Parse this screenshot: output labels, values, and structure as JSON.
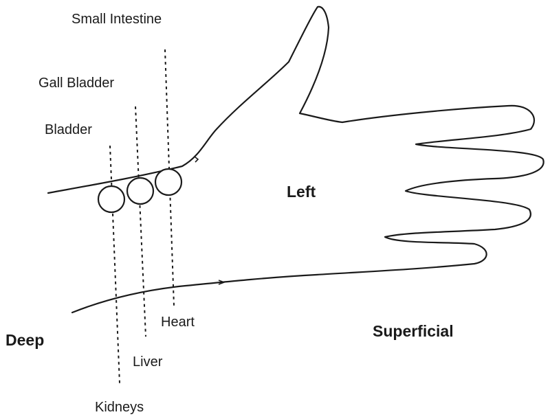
{
  "diagram": {
    "labels": {
      "small_intestine": "Small Intestine",
      "gall_bladder": "Gall Bladder",
      "bladder": "Bladder",
      "heart": "Heart",
      "liver": "Liver",
      "kidneys": "Kidneys",
      "left": "Left",
      "deep": "Deep",
      "superficial": "Superficial"
    },
    "colors": {
      "ink": "#1a1a1a",
      "background": "#ffffff"
    }
  }
}
